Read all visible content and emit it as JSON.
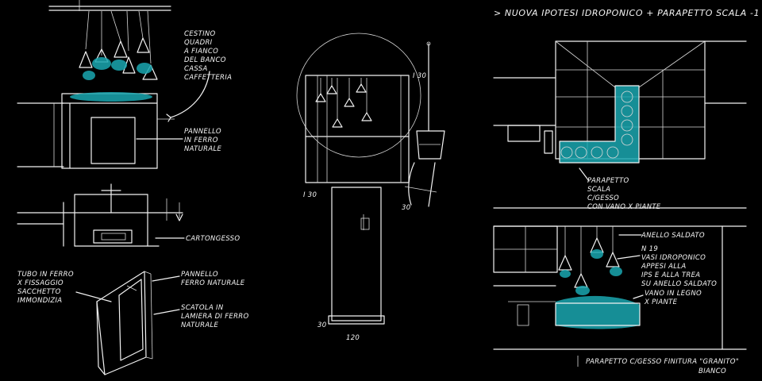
{
  "title": "> NUOVA IPOTESI IDROPONICO + PARAPETTO SCALA -1",
  "accent_color": "#1aa7b0",
  "stroke_color": "#f2f2f2",
  "background_color": "#000000",
  "left_panel": {
    "note_lamps": [
      "CESTINO",
      "QUADRI",
      "A FIANCO",
      "DEL BANCO",
      "CASSA",
      "CAFFETTERIA"
    ],
    "note_panel": [
      "PANNELLO",
      "IN FERRO",
      "NATURALE"
    ],
    "note_cartongesso": "CARTONGESSO",
    "note_tubo": [
      "TUBO IN FERRO",
      "X FISSAGGIO",
      "SACCHETTO",
      "IMMONDIZIA"
    ],
    "note_pannello_ferro": [
      "PANNELLO",
      "FERRO NATURALE"
    ],
    "note_scatola": [
      "SCATOLA IN",
      "LAMIERA DI FERRO",
      "NATURALE"
    ]
  },
  "middle_panel": {
    "dim_top": "I 30",
    "dim_left": "I 30",
    "dim_right": "30",
    "dim_bottom_left": "30",
    "dim_bottom": "120"
  },
  "right_panel": {
    "note_parapetto": [
      "PARAPETTO",
      "SCALA",
      "C/GESSO",
      "CON VANO X PIANTE"
    ],
    "note_anello": "ANELLO SALDATO",
    "note_vasi": [
      "N 19",
      "VASI IDROPONICO",
      "APPESI ALLA",
      "IPS E ALLA TREA",
      "SU ANELLO SALDATO"
    ],
    "note_vano": [
      "VANO IN LEGNO",
      "X PIANTE"
    ],
    "note_bottom": "PARAPETTO C/GESSO FINITURA \"GRANITO\"",
    "note_bottom_sub": "BIANCO"
  }
}
